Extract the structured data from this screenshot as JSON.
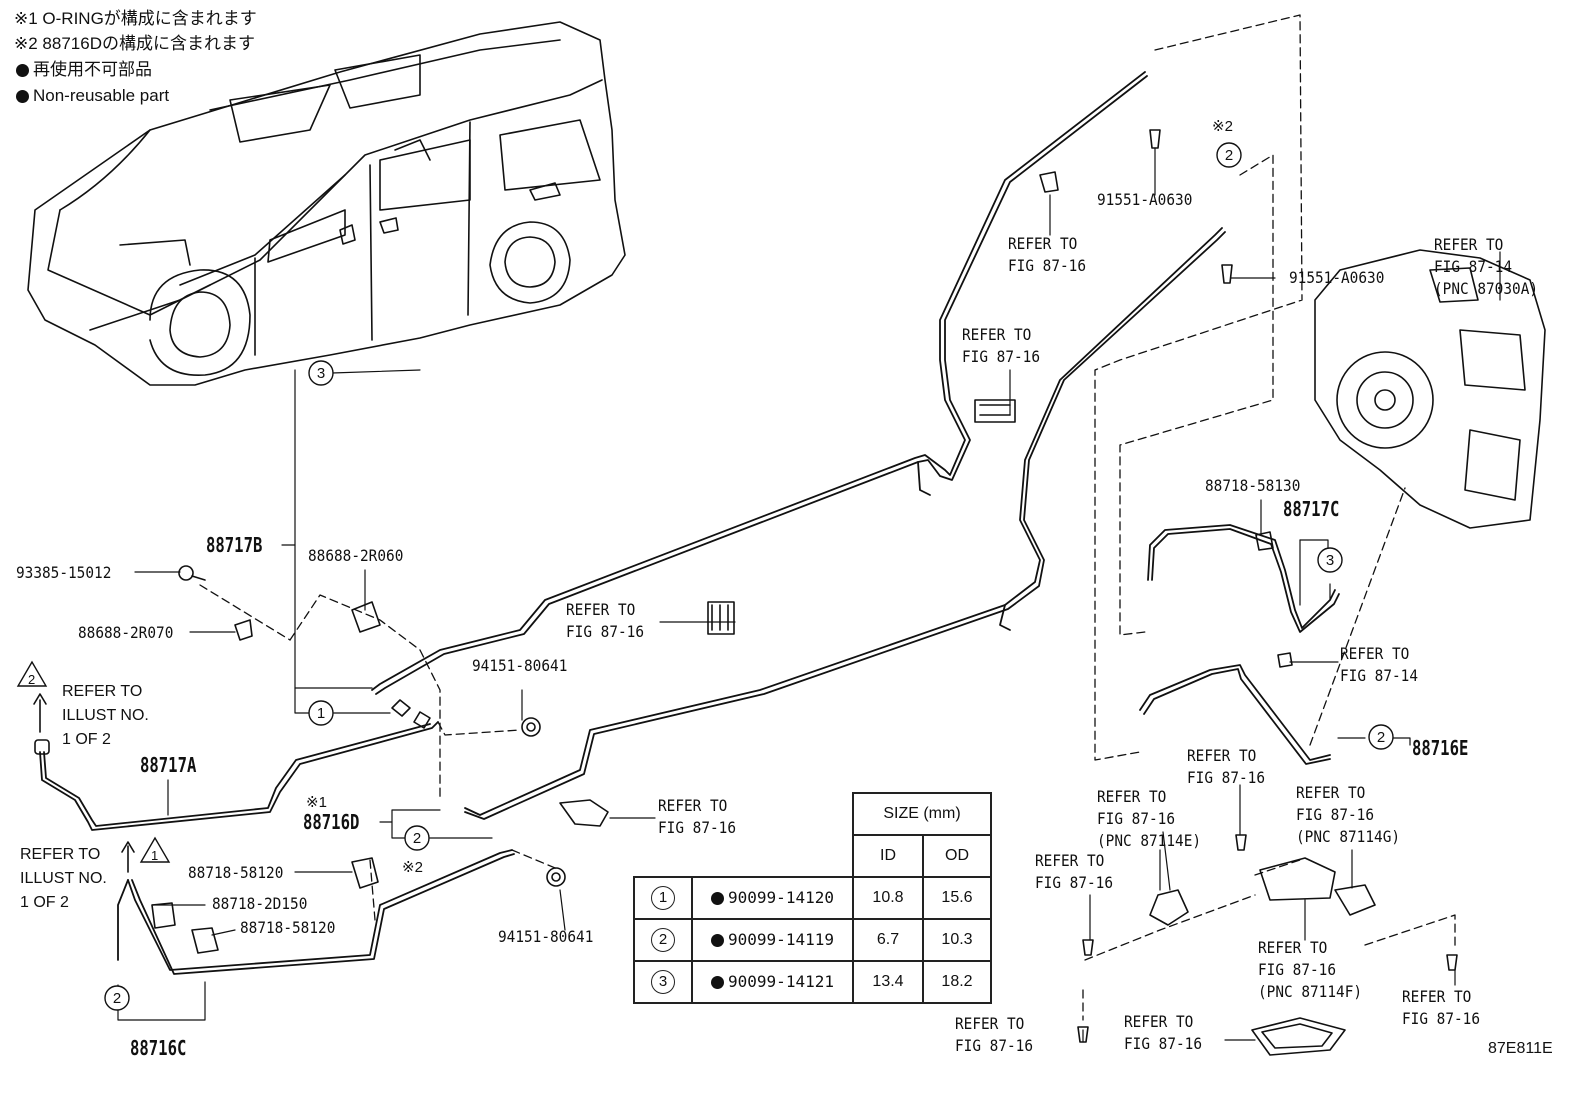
{
  "notes": {
    "note1": "※1 O-RINGが構成に含まれます",
    "note2": "※2 88716Dの構成に含まれます",
    "legend_jp": "再使用不可部品",
    "legend_en": "Non-reusable part"
  },
  "part_numbers": {
    "p88717B": "88717B",
    "p88717A": "88717A",
    "p88717C": "88717C",
    "p88716D": "88716D",
    "p88716E": "88716E",
    "p88716C": "88716C",
    "p93385": "93385-15012",
    "p88688_2R060": "88688-2R060",
    "p88688_2R070": "88688-2R070",
    "p94151_a": "94151-80641",
    "p94151_b": "94151-80641",
    "p91551_a": "91551-A0630",
    "p91551_b": "91551-A0630",
    "p88718_58130": "88718-58130",
    "p88718_58120_a": "88718-58120",
    "p88718_2D150": "88718-2D150",
    "p88718_58120_b": "88718-58120"
  },
  "refers": {
    "r_top_center": "REFER TO\nFIG 87-16",
    "r_clip_upper": "REFER TO\nFIG 87-16",
    "r_heater": "REFER TO\nFIG 87-14\n(PNC 87030A)",
    "r_mid": "REFER TO\nFIG 87-16",
    "r_fig8714": "REFER TO\nFIG 87-14",
    "r_lower_clip": "REFER TO\nFIG 87-16",
    "r_bolt": "REFER TO\nFIG 87-16",
    "r_87114E": "REFER TO\nFIG 87-16\n(PNC 87114E)",
    "r_87114G": "REFER TO\nFIG 87-16\n(PNC 87114G)",
    "r_left_bolt": "REFER TO\nFIG 87-16",
    "r_87114F": "REFER TO\nFIG 87-16\n(PNC 87114F)",
    "r_right_bolt": "REFER TO\nFIG 87-16",
    "r_bottom_bolt": "REFER TO\nFIG 87-16",
    "r_bottom_seal": "REFER TO\nFIG 87-16",
    "r_illust_top": "REFER TO\nILLUST NO.\n1 OF 2",
    "r_illust_bottom": "REFER TO\nILLUST NO.\n1 OF 2"
  },
  "markers": {
    "ref1": "※1",
    "ref2a": "※2",
    "ref2b": "※2",
    "tri2": "2",
    "tri1": "1",
    "c1": "1",
    "c2a": "2",
    "c2b": "2",
    "c2c": "2",
    "c2d": "2",
    "c3a": "3",
    "c3b": "3"
  },
  "size_table": {
    "header": "SIZE (mm)",
    "col_id": "ID",
    "col_od": "OD",
    "rows": [
      {
        "no": "1",
        "part": "90099-14120",
        "id": "10.8",
        "od": "15.6"
      },
      {
        "no": "2",
        "part": "90099-14119",
        "id": "6.7",
        "od": "10.3"
      },
      {
        "no": "3",
        "part": "90099-14121",
        "id": "13.4",
        "od": "18.2"
      }
    ]
  },
  "image_id": "87E811E"
}
